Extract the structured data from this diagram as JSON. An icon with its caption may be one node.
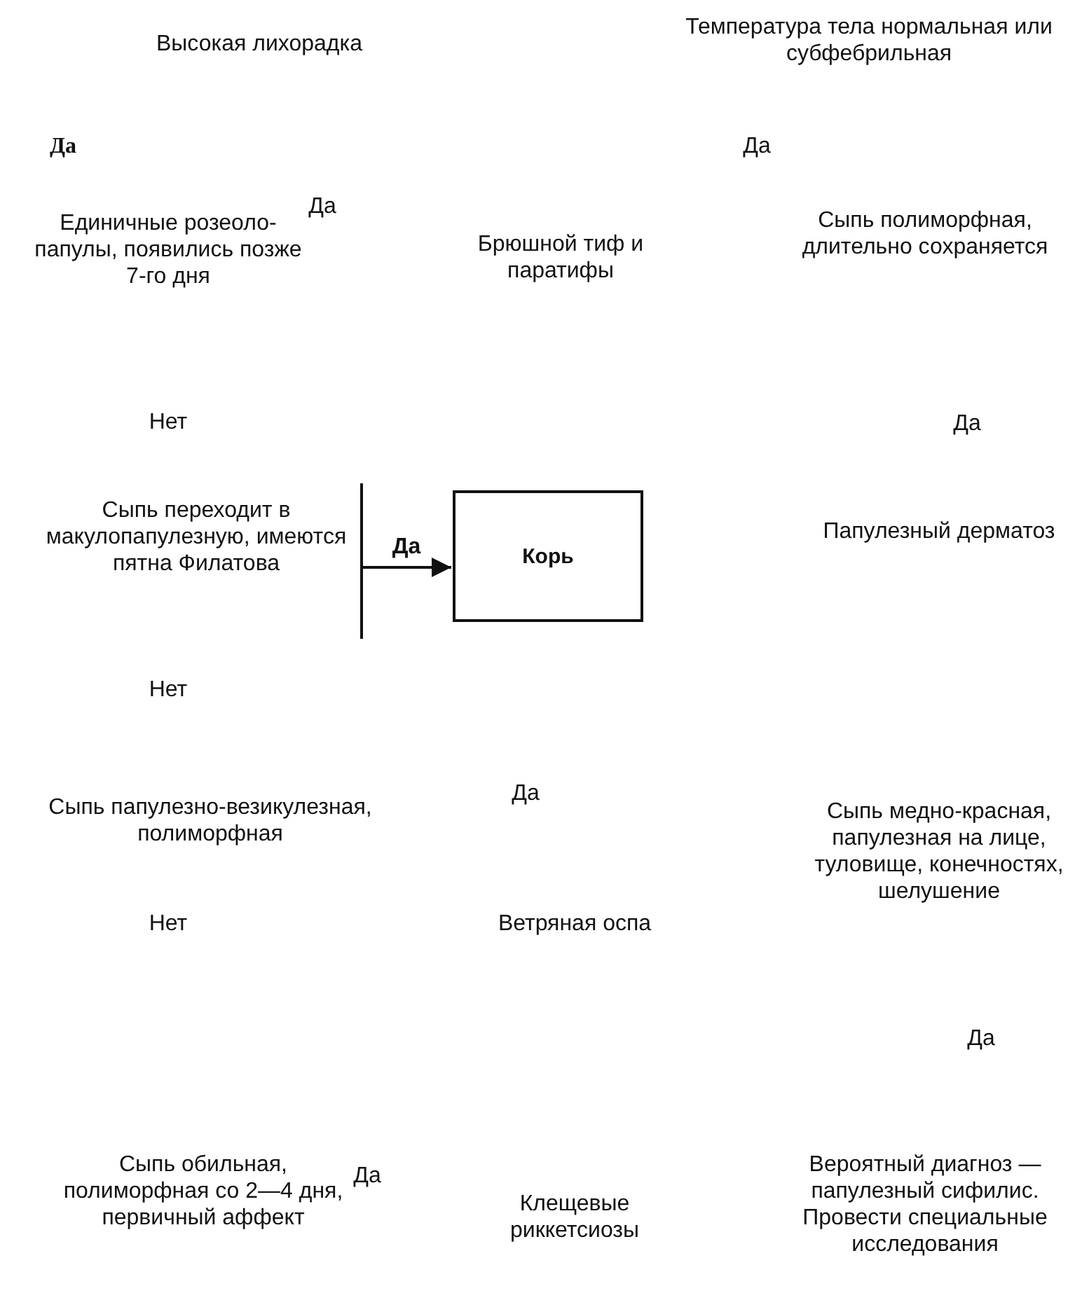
{
  "diagram": {
    "nodes": [
      {
        "text": [
          "Сыпь переходит в макулопапулезную, имеются пятна Филатова"
        ]
      },
      {
        "text": [
          "Корь"
        ]
      }
    ],
    "edges": [
      {
        "from": 0,
        "to": 1,
        "arrow": "to",
        "label": "Да"
      }
    ],
    "labels": [
      "Высокая лихорадка",
      "Температура тела нормальная или субфебрильная",
      "Да",
      "Да",
      "Единичные розеоло-папулы, появились позже 7-го дня",
      "Да",
      "Брюшной тиф и паратифы",
      "Сыпь полиморфная, длительно сохраняется",
      "Нет",
      "Да",
      "Папулезный дерматоз",
      "Нет",
      "Сыпь папулезно-везикулезная, полиморфная",
      "Да",
      "Сыпь медно-красная, папулезная на лице, туловище, конечностях, шелушение",
      "Нет",
      "Ветряная оспа",
      "Да",
      "Сыпь обильная, полиморфная со 2—4 дня, первичный аффект",
      "Да",
      "Клещевые риккетсиозы",
      "Вероятный диагноз — папулезный сифилис. Провести специальные исследования"
    ]
  }
}
